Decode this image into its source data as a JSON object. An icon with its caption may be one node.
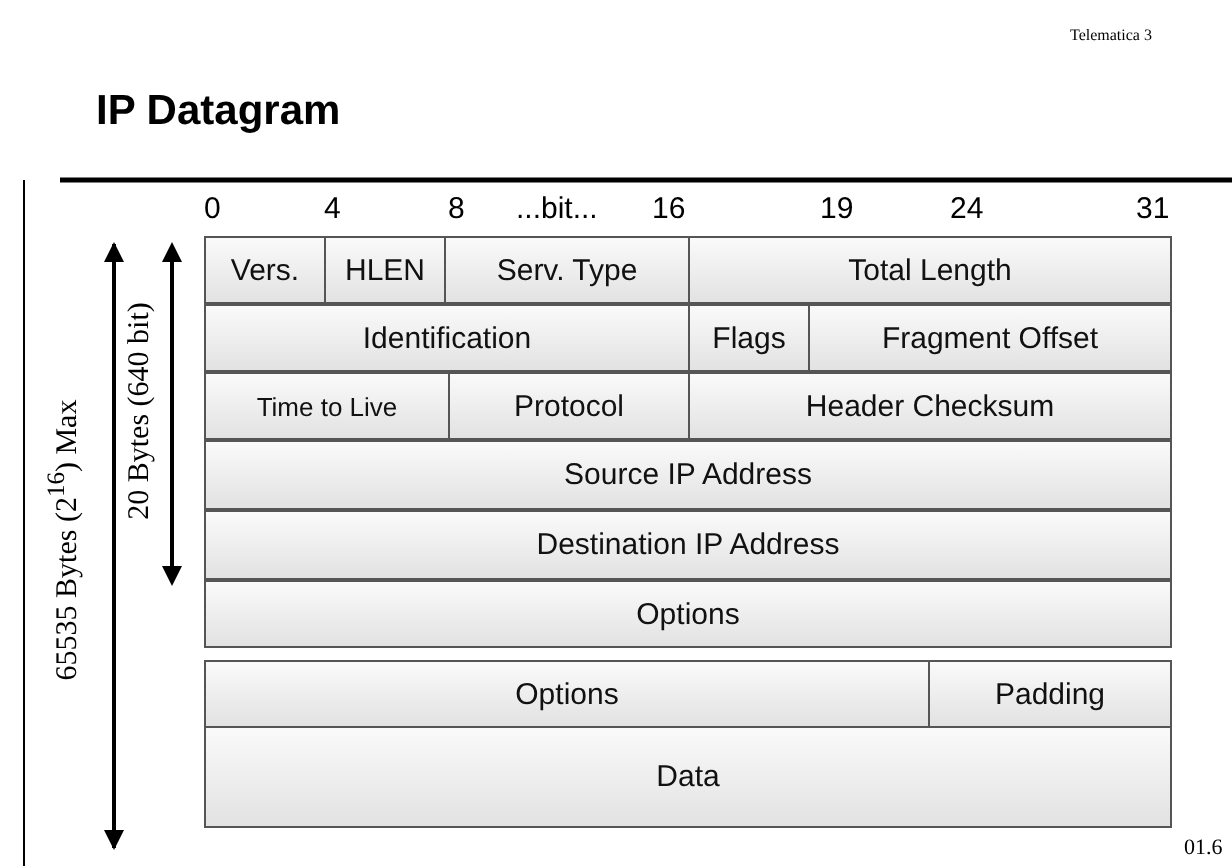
{
  "diagram": {
    "title": "IP Datagram",
    "nodes": [
      {
        "text": [
          "Vers."
        ]
      },
      {
        "text": [
          "HLEN"
        ]
      },
      {
        "text": [
          "Serv. Type"
        ]
      },
      {
        "text": [
          "Total Length"
        ]
      },
      {
        "text": [
          "Identification"
        ]
      },
      {
        "text": [
          "Flags"
        ]
      },
      {
        "text": [
          "Fragment Offset"
        ]
      },
      {
        "text": [
          "Time to Live"
        ]
      },
      {
        "text": [
          "Protocol"
        ]
      },
      {
        "text": [
          "Header Checksum"
        ]
      },
      {
        "text": [
          "Source IP Address"
        ]
      },
      {
        "text": [
          "Destination IP Address"
        ]
      },
      {
        "text": [
          "Options"
        ]
      },
      {
        "text": [
          "Options"
        ]
      },
      {
        "text": [
          "Padding"
        ]
      },
      {
        "text": [
          "Data"
        ]
      }
    ],
    "edges": [],
    "labels": [
      "Telematica 3",
      "0",
      "4",
      "8",
      "...bit...",
      "16",
      "19",
      "24",
      "31",
      "65535 Bytes (2$^{16}$) Max",
      "20 Bytes (640 bit)",
      "01.6"
    ]
  }
}
